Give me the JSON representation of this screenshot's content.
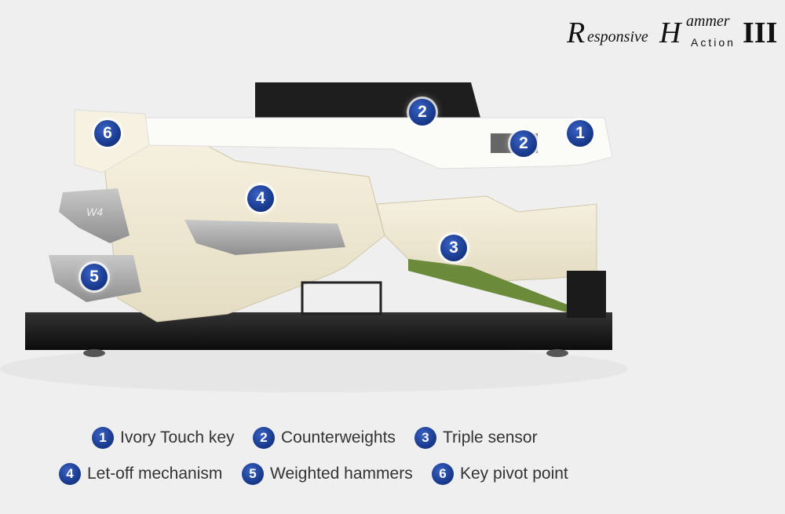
{
  "logo": {
    "r": "R",
    "esponsive": "esponsive",
    "h": "H",
    "ammer": "ammer",
    "action": "Action",
    "roman": "III"
  },
  "weight_label": "W4",
  "markers": [
    "1",
    "2",
    "2",
    "3",
    "4",
    "5",
    "6"
  ],
  "legend": [
    {
      "num": "1",
      "label": "Ivory Touch key"
    },
    {
      "num": "2",
      "label": "Counterweights"
    },
    {
      "num": "3",
      "label": "Triple sensor"
    },
    {
      "num": "4",
      "label": "Let-off mechanism"
    },
    {
      "num": "5",
      "label": "Weighted hammers"
    },
    {
      "num": "6",
      "label": "Key pivot point"
    }
  ],
  "colors": {
    "marker": "#1a3b8f",
    "background": "#efefef"
  }
}
